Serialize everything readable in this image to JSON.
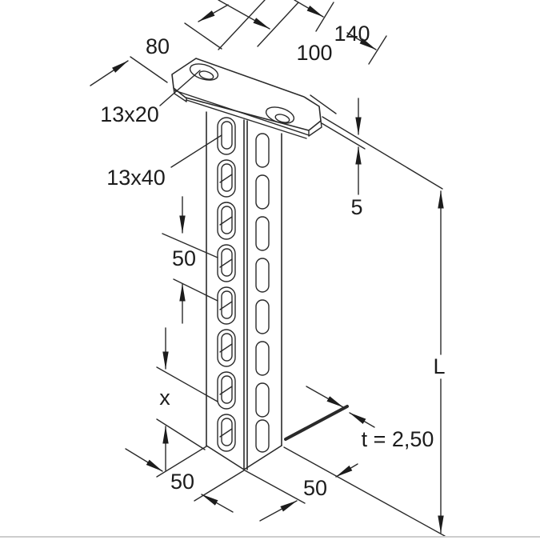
{
  "drawing": {
    "type": "isometric technical drawing of ceiling hanger bracket (U-profile with top plate)",
    "line_color": "#2a2a2a",
    "background": "#ffffff"
  },
  "labels": {
    "plate_length": "140",
    "hole_spacing": "100",
    "plate_width": "80",
    "plate_hole_size": "13x20",
    "profile_slot_size": "13x40",
    "slot_pitch": "50",
    "plate_thickness": "5",
    "profile_length": "L",
    "slot_offset": "x",
    "profile_width_left": "50",
    "profile_width_right": "50",
    "wall_thickness": "t = 2,50"
  }
}
